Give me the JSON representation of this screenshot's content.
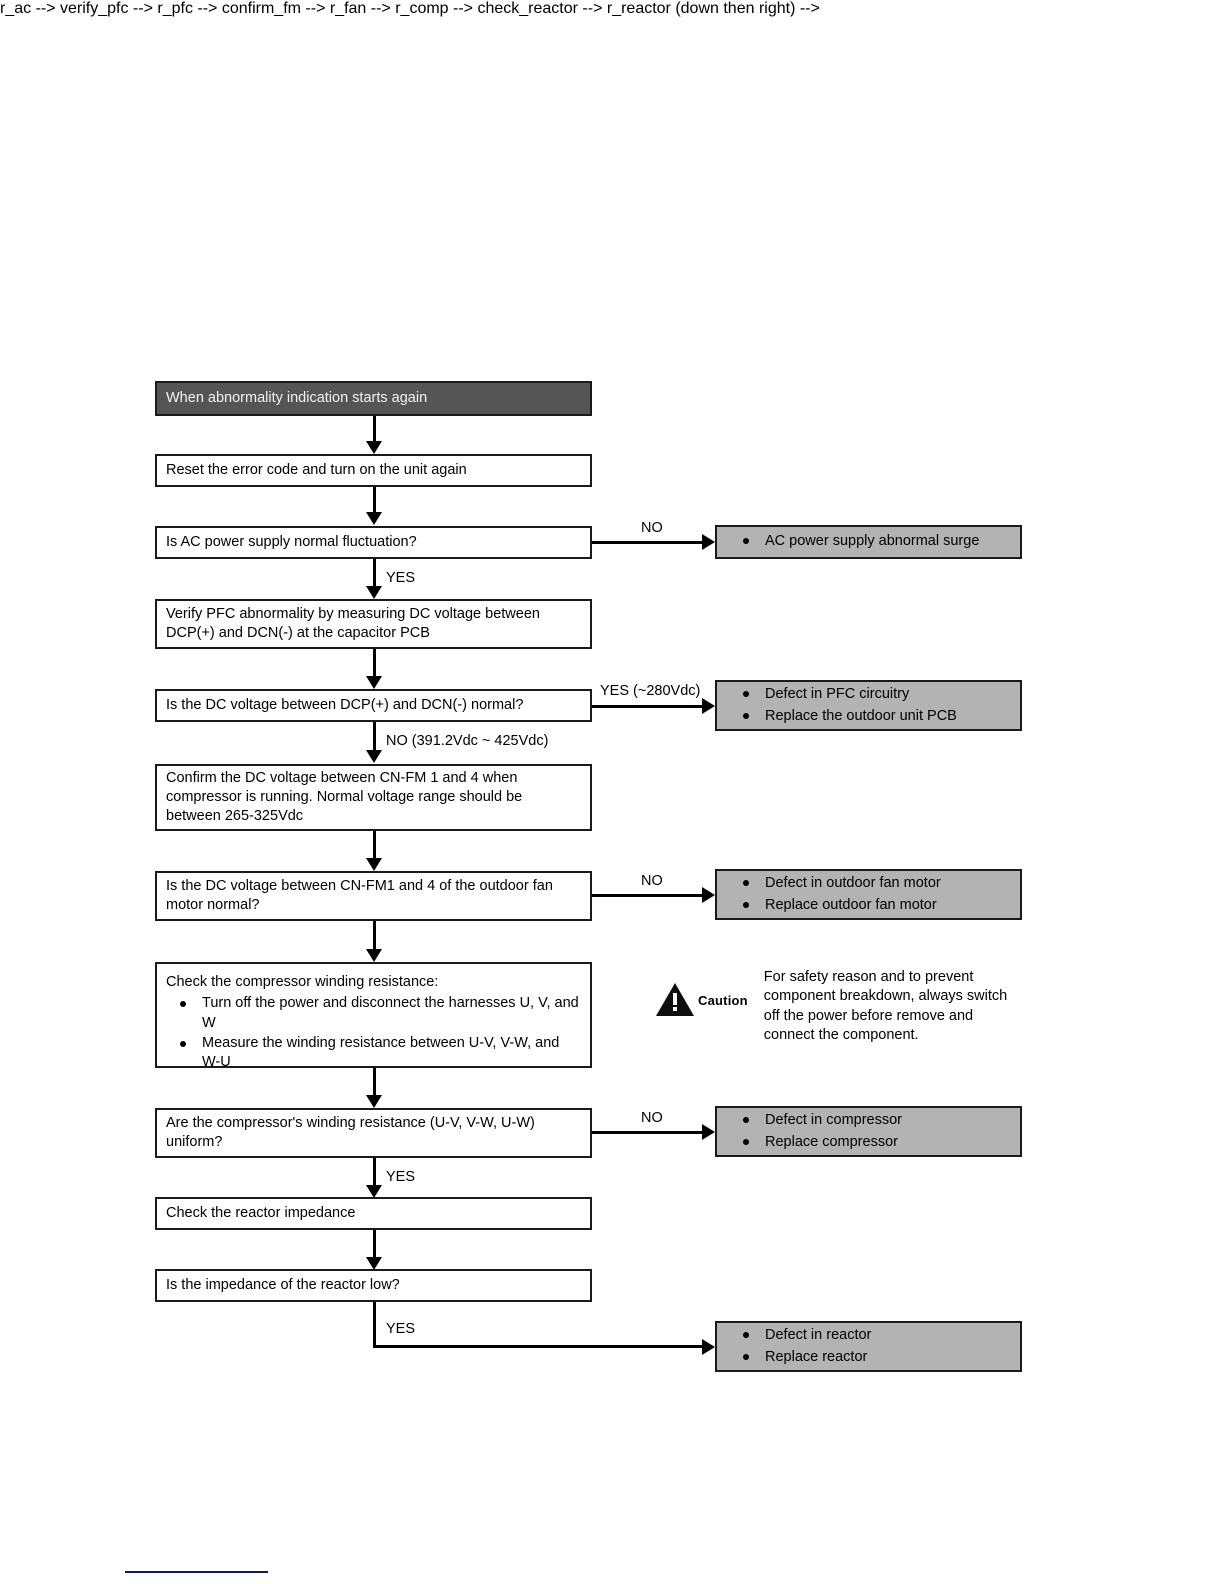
{
  "diagram": {
    "title": "When abnormality indication starts again",
    "nodes": {
      "start": {
        "label": "When abnormality indication starts again"
      },
      "reset": {
        "label": "Reset the error code and turn on the unit again"
      },
      "q_ac": {
        "label": "Is AC power supply normal fluctuation?"
      },
      "r_ac": {
        "items": [
          "AC power supply abnormal surge"
        ]
      },
      "verify_pfc": {
        "line1": "Verify PFC abnormality by measuring DC voltage between",
        "line2": "DCP(+) and DCN(-) at the capacitor PCB"
      },
      "q_dc": {
        "label": "Is the DC voltage between DCP(+) and DCN(-) normal?"
      },
      "r_pfc": {
        "items": [
          "Defect in PFC circuitry",
          "Replace the outdoor unit PCB"
        ]
      },
      "confirm_fm": {
        "line1": "Confirm the DC voltage between CN-FM 1 and 4 when",
        "line2": "compressor is running. Normal voltage range should be",
        "line3": "between 265-325Vdc"
      },
      "q_fm": {
        "line1": "Is the DC voltage between CN-FM1 and 4 of the outdoor fan",
        "line2": "motor normal?"
      },
      "r_fan": {
        "items": [
          "Defect in outdoor fan motor",
          "Replace outdoor fan motor"
        ]
      },
      "check_winding": {
        "heading": "Check the compressor winding resistance:",
        "items": [
          "Turn off the power and disconnect the harnesses U, V, and W",
          "Measure the winding resistance between U-V, V-W, and W-U"
        ]
      },
      "q_winding": {
        "line1": "Are the compressor's winding resistance (U-V, V-W, U-W)",
        "line2": "uniform?"
      },
      "r_comp": {
        "items": [
          "Defect in compressor",
          "Replace compressor"
        ]
      },
      "check_reactor": {
        "label": "Check the reactor impedance"
      },
      "q_reactor": {
        "label": "Is the impedance of the reactor low?"
      },
      "r_reactor": {
        "items": [
          "Defect in reactor",
          "Replace reactor"
        ]
      }
    },
    "edges": {
      "ac_no": "NO",
      "ac_yes": "YES",
      "dc_yes": "YES (~280Vdc)",
      "dc_no": "NO (391.2Vdc ~ 425Vdc)",
      "fm_no": "NO",
      "winding_no": "NO",
      "winding_yes": "YES",
      "reactor_yes": "YES"
    },
    "caution": {
      "label": "Caution",
      "icon": "warning-triangle-icon",
      "line1": "For safety reason and to prevent",
      "line2": "component breakdown, always switch",
      "line3": "off the power before remove and",
      "line4": "connect the component."
    },
    "colors": {
      "start_fill": "#555555",
      "result_fill": "#b3b3b3",
      "box_stroke": "#1a1a1a",
      "footer_rule": "#131a63"
    }
  }
}
